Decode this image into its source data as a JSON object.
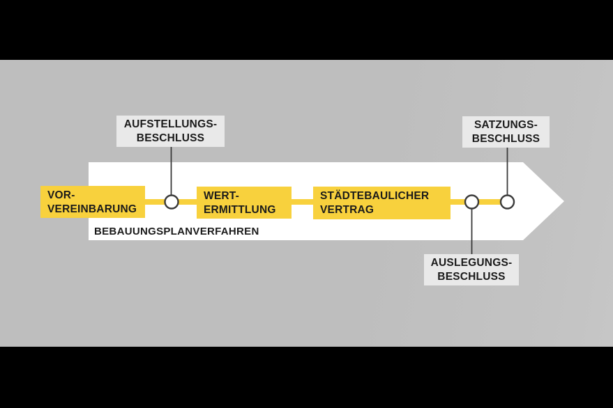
{
  "diagram": {
    "type": "process-timeline",
    "process_label": "BEBAUUNGSPLANVERFAHREN",
    "phases": [
      {
        "id": "vorvereinbarung",
        "line1": "VOR-",
        "line2": "VEREINBARUNG"
      },
      {
        "id": "wertermittlung",
        "line1": "WERT-",
        "line2": "ERMITTLUNG"
      },
      {
        "id": "staedtebaulicher-vertrag",
        "line1": "STÄDTEBAULICHER",
        "line2": "VERTRAG"
      }
    ],
    "milestones": [
      {
        "id": "aufstellungsbeschluss",
        "line1": "AUFSTELLUNGS-",
        "line2": "BESCHLUSS",
        "position": "above-timeline"
      },
      {
        "id": "satzungsbeschluss",
        "line1": "SATZUNGS-",
        "line2": "BESCHLUSS",
        "position": "above-timeline"
      },
      {
        "id": "auslegungsbeschluss",
        "line1": "AUSLEGUNGS-",
        "line2": "BESCHLUSS",
        "position": "below-timeline"
      }
    ],
    "colors": {
      "letterbox": "#000000",
      "background": "#bebebe",
      "arrow": "#ffffff",
      "highlight_yellow": "#f8d13d",
      "label_box": "#e9e9e9",
      "text": "#1a1a1a",
      "connector": "#3a3a3a"
    }
  }
}
